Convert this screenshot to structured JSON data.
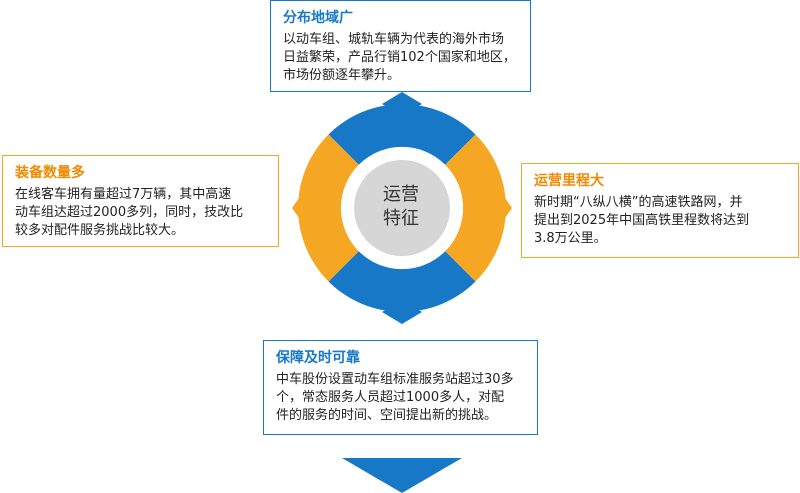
{
  "boxes": {
    "top": {
      "title": "分布地域广",
      "body": "以动车组、城轨车辆为代表的海外市场\n日益繁荣，产品行销102个国家和地区，\n市场份额逐年攀升。"
    },
    "left": {
      "title": "装备数量多",
      "body": "在线客车拥有量超过7万辆，其中高速\n动车组达超过2000多列，同时，技改比\n较多对配件服务挑战比较大。"
    },
    "right": {
      "title": "运营里程大",
      "body": "新时期“八纵八横”的高速铁路网，并\n提出到2025年中国高铁里程数将达到\n3.8万公里。"
    },
    "bottom": {
      "title": "保障及时可靠",
      "body": "中车股份设置动车组标准服务站超过30多\n个，常态服务人员超过1000多人，对配\n件的服务的时间、空间提出新的挑战。"
    }
  },
  "center": {
    "line1": "运营",
    "line2": "特征"
  },
  "colors": {
    "blue": "#1878c8",
    "orange": "#f5a623",
    "center_fill": "#d6d6d6"
  }
}
